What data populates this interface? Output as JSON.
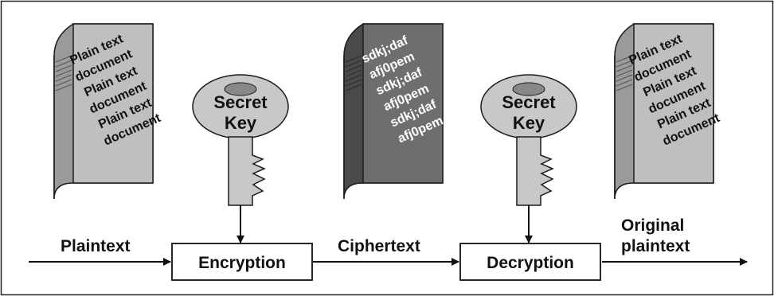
{
  "documents": {
    "plaintext_lines": [
      "Plain text",
      "document",
      "Plain text",
      "document",
      "Plain text",
      "document"
    ],
    "ciphertext_lines": [
      "sdkj;daf",
      "afj0pem",
      "sdkj;daf",
      "afj0pem",
      "sdkj;daf",
      "afj0pem"
    ],
    "output_lines": [
      "Plain text",
      "document",
      "Plain text",
      "document",
      "Plain text",
      "document"
    ]
  },
  "keys": {
    "encrypt_key": {
      "line1": "Secret",
      "line2": "Key"
    },
    "decrypt_key": {
      "line1": "Secret",
      "line2": "Key"
    }
  },
  "flow": {
    "plaintext_label": "Plaintext",
    "ciphertext_label": "Ciphertext",
    "original_line1": "Original",
    "original_line2": "plaintext"
  },
  "boxes": {
    "encryption_label": "Encryption",
    "decryption_label": "Decryption"
  },
  "colors": {
    "plain_book": "#bfbfbf",
    "cipher_book": "#6e6e6e",
    "key": "#c8c8c8",
    "outline": "#1a1a1a"
  }
}
